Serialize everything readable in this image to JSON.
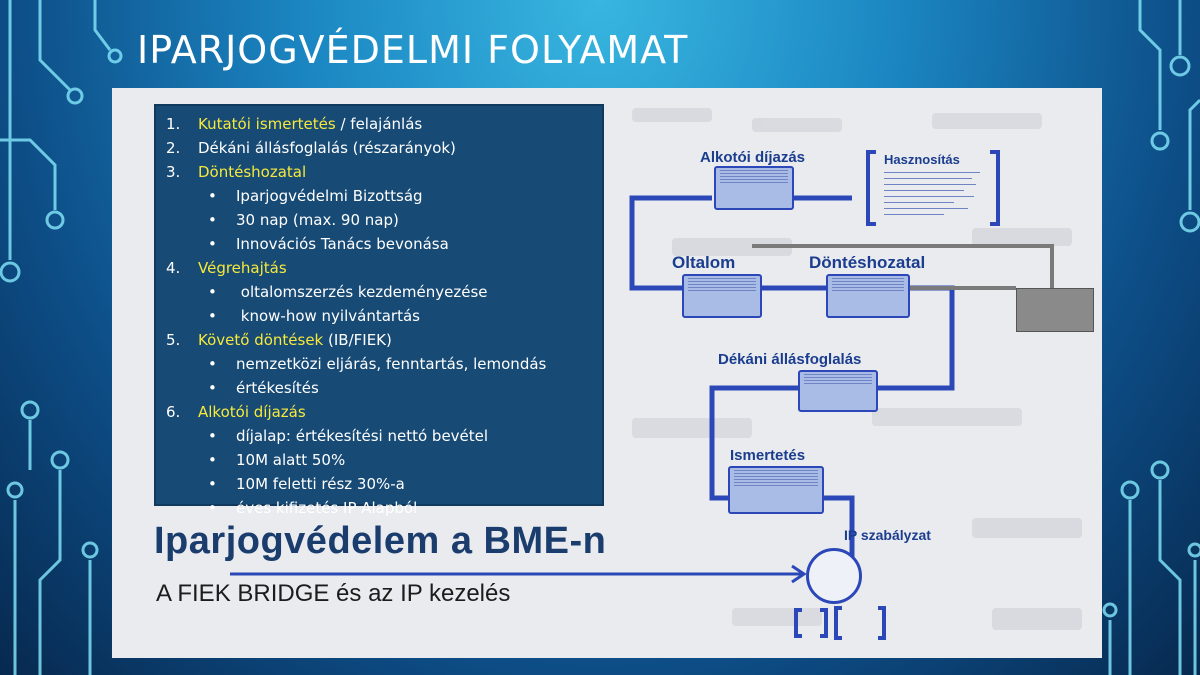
{
  "slide": {
    "title": "IPARJOGVÉDELMI FOLYAMAT"
  },
  "steps": [
    {
      "num": "1.",
      "label": "Kutatói ismertetés",
      "suffix": " / felajánlás",
      "highlight": true,
      "bullets": []
    },
    {
      "num": "2.",
      "label": "Dékáni állásfoglalás (részarányok)",
      "suffix": "",
      "highlight": false,
      "bullets": []
    },
    {
      "num": "3.",
      "label": "Döntéshozatal",
      "suffix": "",
      "highlight": true,
      "bullets": [
        "Iparjogvédelmi Bizottság",
        "30 nap (max. 90 nap)",
        "Innovációs Tanács bevonása"
      ]
    },
    {
      "num": "4.",
      "label": "Végrehajtás",
      "suffix": "",
      "highlight": true,
      "bullets": [
        " oltalomszerzés kezdeményezése",
        " know-how nyilvántartás"
      ]
    },
    {
      "num": "5.",
      "label": "Követő döntések",
      "suffix": " (IB/FIEK)",
      "highlight": true,
      "bullets": [
        "nemzetközi eljárás, fenntartás, lemondás",
        "értékesítés"
      ]
    },
    {
      "num": "6.",
      "label": "Alkotói díjazás",
      "suffix": "",
      "highlight": true,
      "bullets": [
        "díjalap: értékesítési nettó bevétel",
        "10M alatt 50%",
        "10M feletti rész 30%-a",
        "éves kifizetés IP Alapból"
      ]
    }
  ],
  "background_slide": {
    "title": "Iparjogvédelem a BME-n",
    "subtitle": "A FIEK BRIDGE és az IP kezelés"
  },
  "diagram": {
    "labels": {
      "alkotoi": "Alkotói díjazás",
      "hasznositas": "Hasznosítás",
      "oltalom": "Oltalom",
      "donteshozatal": "Döntéshozatal",
      "dekani": "Dékáni állásfoglalás",
      "ismertetes": "Ismertetés",
      "ip_szabalyzat": "IP szabályzat"
    }
  },
  "colors": {
    "accent": "#2c48b8",
    "highlight": "#f6e93b",
    "textbox_bg": "#174a75"
  }
}
